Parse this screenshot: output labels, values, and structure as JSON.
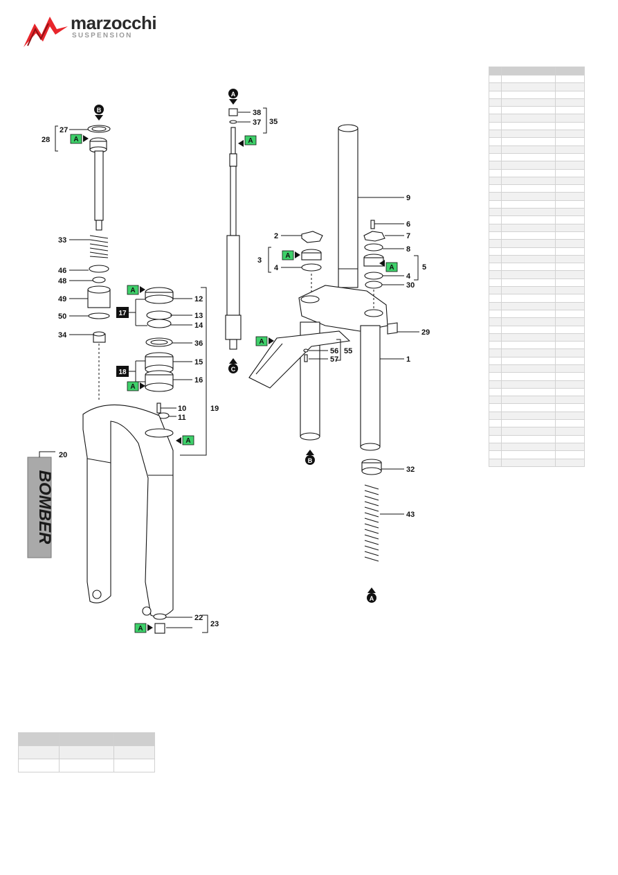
{
  "brand": {
    "name": "marzocchi",
    "subtitle": "SUSPENSION",
    "accent_color": "#e8262c"
  },
  "decal_text": "BOMBER",
  "tag_colors": {
    "A": "#3ed06a",
    "B": "#111111"
  },
  "callouts": {
    "tags": {
      "A": "A",
      "B": "B",
      "C": "C",
      "kit17": "17",
      "kit18": "18"
    },
    "parts": {
      "p1": "1",
      "p2": "2",
      "p3": "3",
      "p4a": "4",
      "p4b": "4",
      "p5": "5",
      "p6": "6",
      "p7": "7",
      "p8": "8",
      "p9": "9",
      "p10": "10",
      "p11": "11",
      "p12": "12",
      "p13": "13",
      "p14": "14",
      "p15": "15",
      "p16": "16",
      "p19": "19",
      "p20": "20",
      "p22": "22",
      "p23": "23",
      "p27": "27",
      "p28": "28",
      "p29": "29",
      "p30": "30",
      "p32": "32",
      "p33": "33",
      "p34": "34",
      "p35": "35",
      "p36": "36",
      "p37": "37",
      "p38": "38",
      "p43": "43",
      "p46": "46",
      "p48": "48",
      "p49": "49",
      "p50": "50",
      "p55": "55",
      "p56": "56",
      "p57": "57"
    }
  },
  "parts_table": {
    "rows": 51
  },
  "summary_table": {
    "rows": 3,
    "cols": 3
  }
}
